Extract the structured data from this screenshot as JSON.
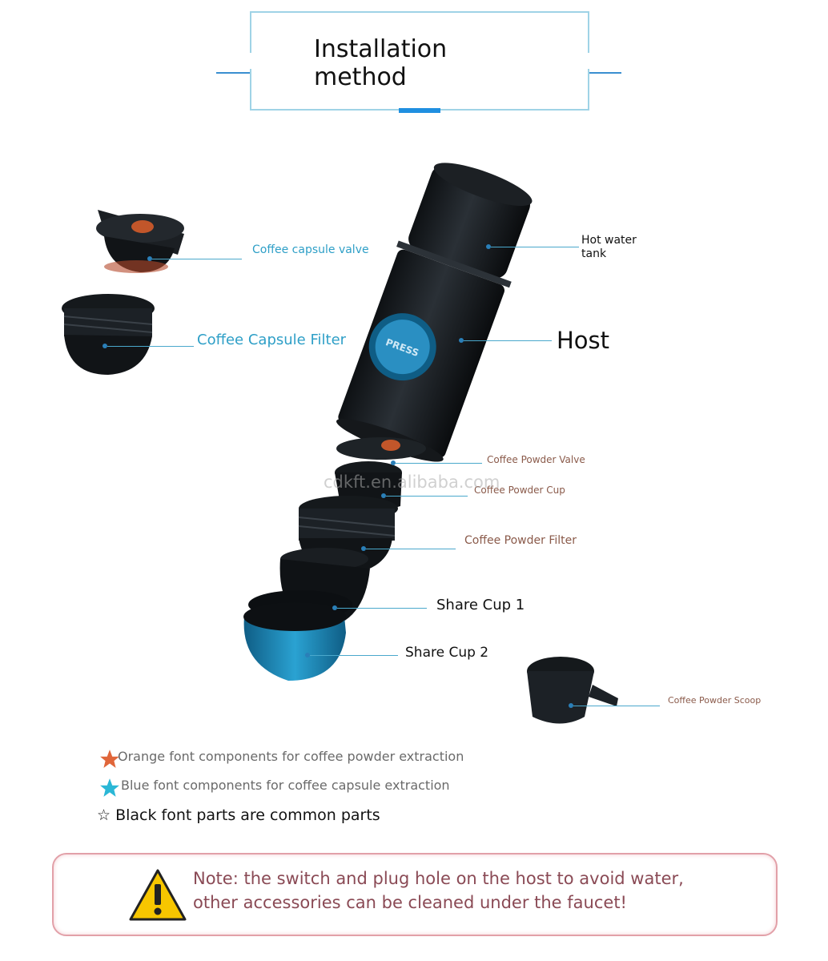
{
  "title": {
    "line1": "Installation",
    "line2": "method"
  },
  "parts": {
    "hot_water_tank": {
      "line1": "Hot water",
      "line2": "tank"
    },
    "coffee_capsule_valve": "Coffee capsule valve",
    "coffee_capsule_filter": "Coffee Capsule Filter",
    "host": "Host",
    "coffee_powder_valve": "Coffee Powder Valve",
    "coffee_powder_cup": "Coffee Powder Cup",
    "coffee_powder_filter": "Coffee Powder Filter",
    "share_cup_1": "Share Cup 1",
    "share_cup_2": "Share Cup 2",
    "coffee_powder_scoop": "Coffee Powder Scoop",
    "press_button": "PRESS"
  },
  "legend": {
    "orange": "Orange font components for coffee powder extraction",
    "blue": "Blue font components for coffee capsule extraction",
    "black": "☆ Black font parts are common parts"
  },
  "watermark": "cdkft.en.alibaba.com",
  "note": {
    "line1": "Note: the switch and plug hole on the host to avoid water,",
    "line2": "other accessories can be cleaned under the faucet!"
  },
  "colors": {
    "blue_label": "#2e9fc7",
    "brown_label": "#8a5a4a",
    "accent_blue": "#1f8fc0",
    "warning_yellow": "#f7c600",
    "note_border": "#e2a0a8"
  },
  "icons": {
    "orange_star": "star-icon",
    "blue_star": "star-icon",
    "warning": "warning-triangle-icon"
  }
}
